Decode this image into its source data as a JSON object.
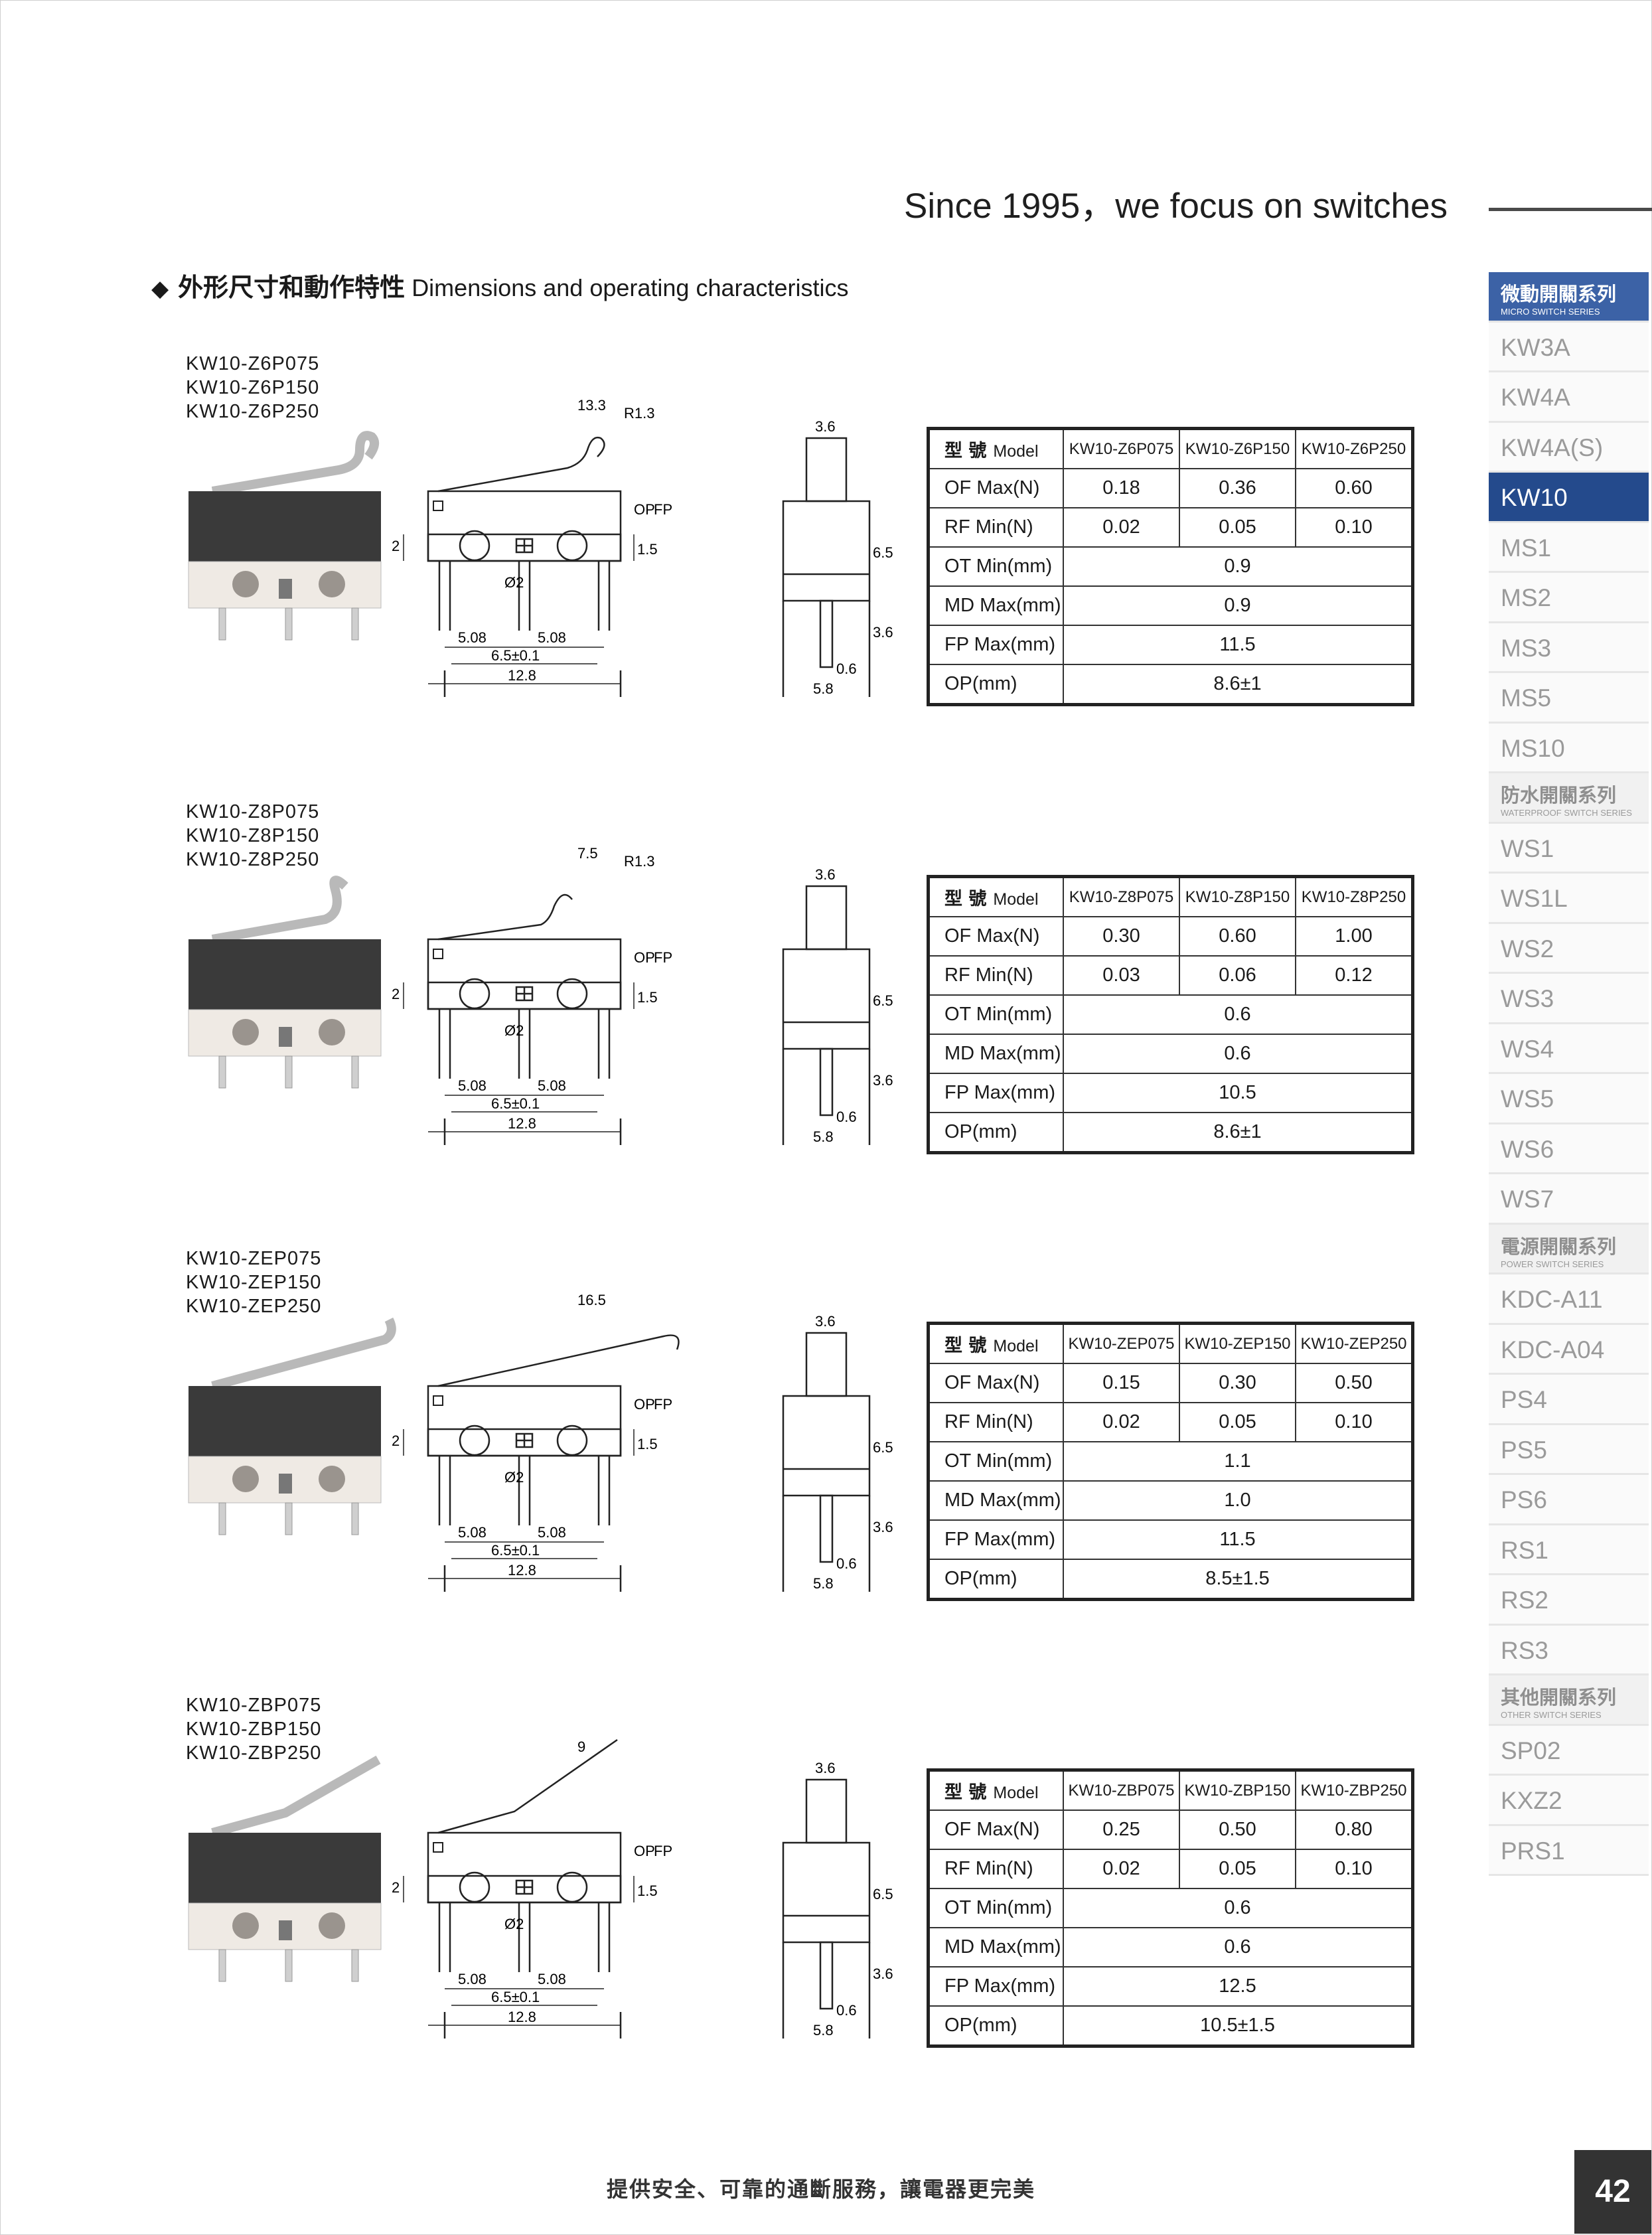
{
  "header": {
    "slogan": "Since 1995，we focus on switches",
    "section_bullet": "◆",
    "section_title_zh": "外形尺寸和動作特性",
    "section_title_en": "Dimensions and operating characteristics"
  },
  "dims": {
    "pin_dia": "Ø2",
    "pitch": "5.08",
    "width_tol": "6.5±0.1",
    "body_len": "12.8",
    "height": "6.5",
    "pin_len": "3.6",
    "thickness": "5.8",
    "thick_top": "3.6",
    "pin_w": "0.6",
    "h2": "2",
    "h15": "1.5",
    "op": "OP",
    "fp": "FP"
  },
  "blocks": [
    {
      "codes": [
        "KW10-Z6P075",
        "KW10-Z6P150",
        "KW10-Z6P250"
      ],
      "lever_dim": "13.3",
      "radius": "R1.3",
      "table": {
        "model_label_zh": "型 號",
        "model_label_en": "Model",
        "models": [
          "KW10-Z6P075",
          "KW10-Z6P150",
          "KW10-Z6P250"
        ],
        "of_label": "OF Max(N)",
        "of": [
          "0.18",
          "0.36",
          "0.60"
        ],
        "rf_label": "RF Min(N)",
        "rf": [
          "0.02",
          "0.05",
          "0.10"
        ],
        "ot_label": "OT Min(mm)",
        "ot": "0.9",
        "md_label": "MD Max(mm)",
        "md": "0.9",
        "fp_label": "FP Max(mm)",
        "fp": "11.5",
        "op_label": "OP(mm)",
        "op": "8.6±1"
      }
    },
    {
      "codes": [
        "KW10-Z8P075",
        "KW10-Z8P150",
        "KW10-Z8P250"
      ],
      "lever_dim": "7.5",
      "radius": "R1.3",
      "table": {
        "model_label_zh": "型 號",
        "model_label_en": "Model",
        "models": [
          "KW10-Z8P075",
          "KW10-Z8P150",
          "KW10-Z8P250"
        ],
        "of_label": "OF Max(N)",
        "of": [
          "0.30",
          "0.60",
          "1.00"
        ],
        "rf_label": "RF Min(N)",
        "rf": [
          "0.03",
          "0.06",
          "0.12"
        ],
        "ot_label": "OT Min(mm)",
        "ot": "0.6",
        "md_label": "MD Max(mm)",
        "md": "0.6",
        "fp_label": "FP Max(mm)",
        "fp": "10.5",
        "op_label": "OP(mm)",
        "op": "8.6±1"
      }
    },
    {
      "codes": [
        "KW10-ZEP075",
        "KW10-ZEP150",
        "KW10-ZEP250"
      ],
      "lever_dim": "16.5",
      "radius": "",
      "table": {
        "model_label_zh": "型 號",
        "model_label_en": "Model",
        "models": [
          "KW10-ZEP075",
          "KW10-ZEP150",
          "KW10-ZEP250"
        ],
        "of_label": "OF Max(N)",
        "of": [
          "0.15",
          "0.30",
          "0.50"
        ],
        "rf_label": "RF Min(N)",
        "rf": [
          "0.02",
          "0.05",
          "0.10"
        ],
        "ot_label": "OT Min(mm)",
        "ot": "1.1",
        "md_label": "MD Max(mm)",
        "md": "1.0",
        "fp_label": "FP Max(mm)",
        "fp": "11.5",
        "op_label": "OP(mm)",
        "op": "8.5±1.5"
      }
    },
    {
      "codes": [
        "KW10-ZBP075",
        "KW10-ZBP150",
        "KW10-ZBP250"
      ],
      "lever_dim": "9",
      "radius": "",
      "table": {
        "model_label_zh": "型 號",
        "model_label_en": "Model",
        "models": [
          "KW10-ZBP075",
          "KW10-ZBP150",
          "KW10-ZBP250"
        ],
        "of_label": "OF Max(N)",
        "of": [
          "0.25",
          "0.50",
          "0.80"
        ],
        "rf_label": "RF Min(N)",
        "rf": [
          "0.02",
          "0.05",
          "0.10"
        ],
        "ot_label": "OT Min(mm)",
        "ot": "0.6",
        "md_label": "MD Max(mm)",
        "md": "0.6",
        "fp_label": "FP Max(mm)",
        "fp": "12.5",
        "op_label": "OP(mm)",
        "op": "10.5±1.5"
      }
    }
  ],
  "sidebar": [
    {
      "kind": "cat",
      "zh": "微動開關系列",
      "en": "MICRO SWITCH SERIES"
    },
    {
      "kind": "item",
      "label": "KW3A"
    },
    {
      "kind": "item",
      "label": "KW4A"
    },
    {
      "kind": "item",
      "label": "KW4A(S)"
    },
    {
      "kind": "item",
      "label": "KW10",
      "active": true
    },
    {
      "kind": "item",
      "label": "MS1"
    },
    {
      "kind": "item",
      "label": "MS2"
    },
    {
      "kind": "item",
      "label": "MS3"
    },
    {
      "kind": "item",
      "label": "MS5"
    },
    {
      "kind": "item",
      "label": "MS10"
    },
    {
      "kind": "cat",
      "zh": "防水開關系列",
      "en": "WATERPROOF SWITCH SERIES"
    },
    {
      "kind": "item",
      "label": "WS1"
    },
    {
      "kind": "item",
      "label": "WS1L"
    },
    {
      "kind": "item",
      "label": "WS2"
    },
    {
      "kind": "item",
      "label": "WS3"
    },
    {
      "kind": "item",
      "label": "WS4"
    },
    {
      "kind": "item",
      "label": "WS5"
    },
    {
      "kind": "item",
      "label": "WS6"
    },
    {
      "kind": "item",
      "label": "WS7"
    },
    {
      "kind": "cat",
      "zh": "電源開關系列",
      "en": "POWER SWITCH SERIES"
    },
    {
      "kind": "item",
      "label": "KDC-A11"
    },
    {
      "kind": "item",
      "label": "KDC-A04"
    },
    {
      "kind": "item",
      "label": "PS4"
    },
    {
      "kind": "item",
      "label": "PS5"
    },
    {
      "kind": "item",
      "label": "PS6"
    },
    {
      "kind": "item",
      "label": "RS1"
    },
    {
      "kind": "item",
      "label": "RS2"
    },
    {
      "kind": "item",
      "label": "RS3"
    },
    {
      "kind": "cat",
      "zh": "其他開關系列",
      "en": "OTHER SWITCH SERIES"
    },
    {
      "kind": "item",
      "label": "SP02"
    },
    {
      "kind": "item",
      "label": "KXZ2"
    },
    {
      "kind": "item",
      "label": "PRS1"
    }
  ],
  "footer": {
    "text": "提供安全、可靠的通斷服務，讓電器更完美",
    "page": "42"
  }
}
